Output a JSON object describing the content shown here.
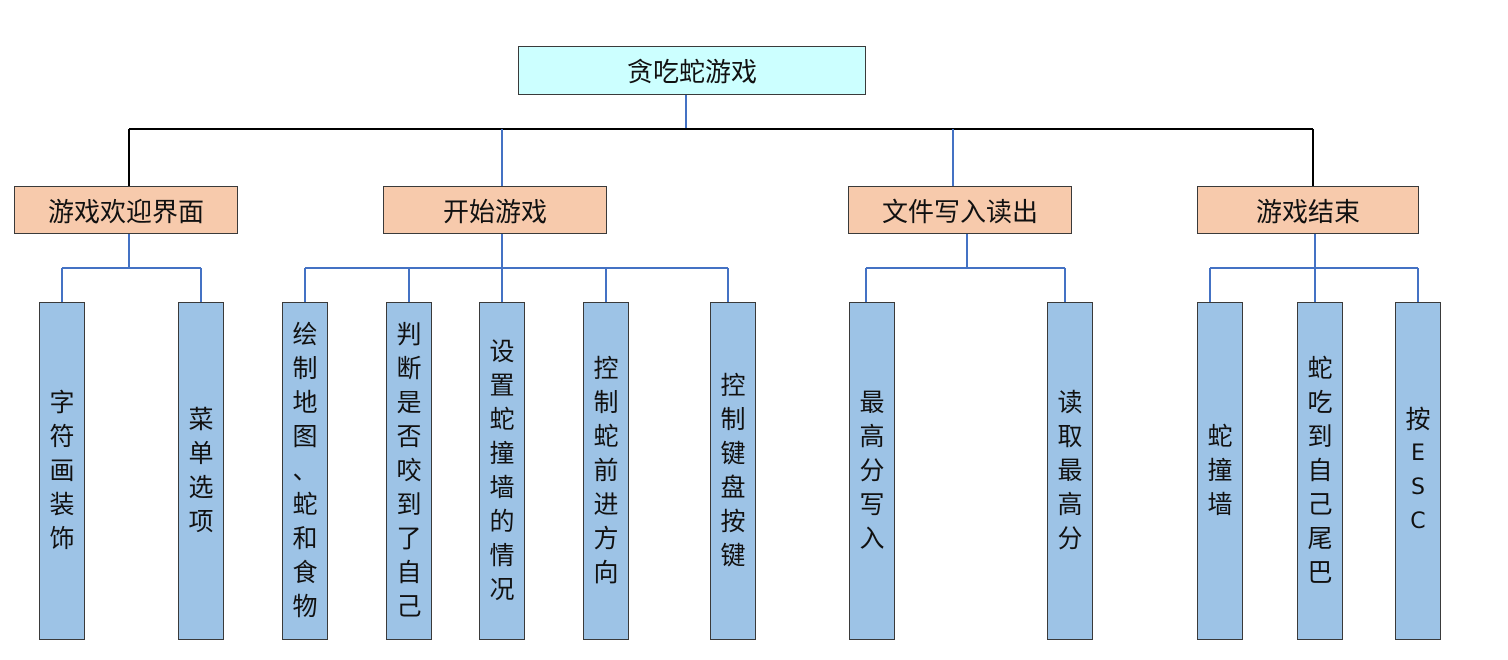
{
  "root": {
    "label": "贪吃蛇游戏"
  },
  "categories": [
    {
      "label": "游戏欢迎界面",
      "children": [
        {
          "label": "字符画装饰"
        },
        {
          "label": "菜单选项"
        }
      ]
    },
    {
      "label": "开始游戏",
      "children": [
        {
          "label": "绘制地图、蛇和食物"
        },
        {
          "label": "判断是否咬到了自己"
        },
        {
          "label": "设置蛇撞墙的情况"
        },
        {
          "label": "控制蛇前进方向"
        },
        {
          "label": "控制键盘按键"
        }
      ]
    },
    {
      "label": "文件写入读出",
      "children": [
        {
          "label": "最高分写入"
        },
        {
          "label": "读取最高分"
        }
      ]
    },
    {
      "label": "游戏结束",
      "children": [
        {
          "label": "蛇撞墙"
        },
        {
          "label": "蛇吃到自己尾巴"
        },
        {
          "label": "按ESC"
        }
      ]
    }
  ],
  "colors": {
    "root_fill": "#ccffff",
    "category_fill": "#f7caac",
    "leaf_fill": "#9dc3e6",
    "connector_blue": "#4472c4",
    "connector_black": "#000000"
  }
}
